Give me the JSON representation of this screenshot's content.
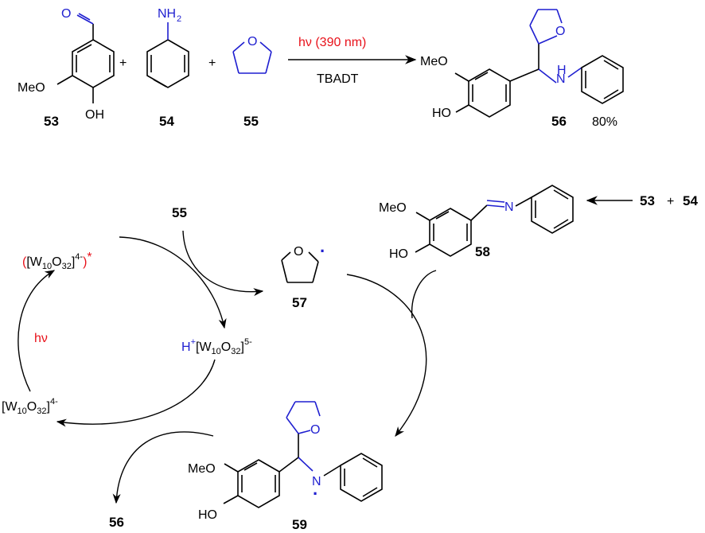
{
  "reaction": {
    "plus_1": "+",
    "plus_2": "+",
    "condition_top": "hν (390 nm)",
    "condition_bottom": "TBADT",
    "yield": "80%"
  },
  "labels": {
    "c53": "53",
    "c54": "54",
    "c55": "55",
    "c56": "56",
    "c55_cycle": "55",
    "c57": "57",
    "c58": "58",
    "c59": "59",
    "c56_cycle": "56",
    "c53_b": "53",
    "plus_b": "+",
    "c54_b": "54"
  },
  "atoms": {
    "o": "O",
    "nh2": "NH",
    "two": "2",
    "meo": "MeO",
    "oh": "OH",
    "ho": "HO",
    "h": "H",
    "n": "N",
    "dot": "·"
  },
  "cycle": {
    "excited_open": "(",
    "excited_w": "[W",
    "excited_10": "10",
    "excited_o": "O",
    "excited_32": "32",
    "excited_close": "]",
    "excited_charge": "4-",
    "excited_end": ")",
    "excited_star": "*",
    "hv": "hν",
    "reduced_h": "H",
    "reduced_plus": "+",
    "reduced_w": "[W",
    "reduced_10": "10",
    "reduced_o": "O",
    "reduced_32": "32",
    "reduced_close": "]",
    "reduced_charge": "5-",
    "ground_w": "[W",
    "ground_10": "10",
    "ground_o": "O",
    "ground_32": "32",
    "ground_close": "]",
    "ground_charge": "4-"
  },
  "colors": {
    "accent_red": "#e8111a",
    "accent_blue": "#1f1fd0"
  }
}
